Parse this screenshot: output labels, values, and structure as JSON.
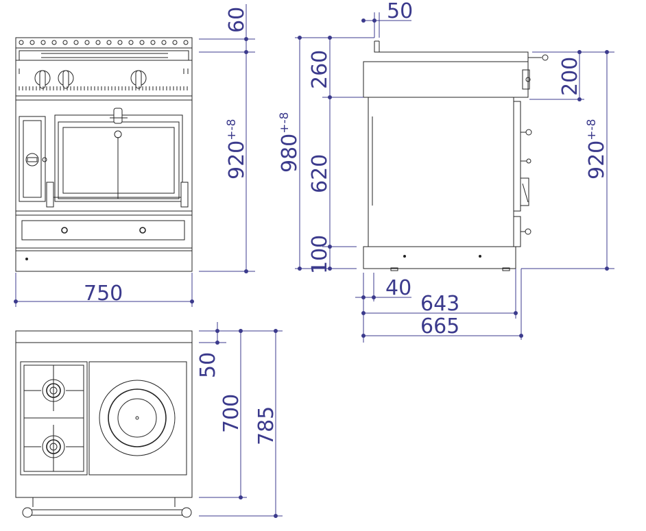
{
  "dimensions": {
    "front_top_height": "60",
    "front_height": "920",
    "front_height_tol": "+-8",
    "front_width": "750",
    "side_top_offset": "50",
    "side_total_height": "980",
    "side_total_height_tol": "+-8",
    "side_control_panel": "260",
    "side_cabinet": "620",
    "side_plinth": "100",
    "side_handle_drop": "200",
    "side_right_height": "920",
    "side_right_height_tol": "+-8",
    "side_foot_inset": "40",
    "side_depth_body": "643",
    "side_depth_total": "665",
    "top_back_strip": "50",
    "top_hob_depth": "700",
    "top_total_depth": "785"
  },
  "colors": {
    "dimension": "#3b3a8c",
    "outline": "#222222"
  }
}
